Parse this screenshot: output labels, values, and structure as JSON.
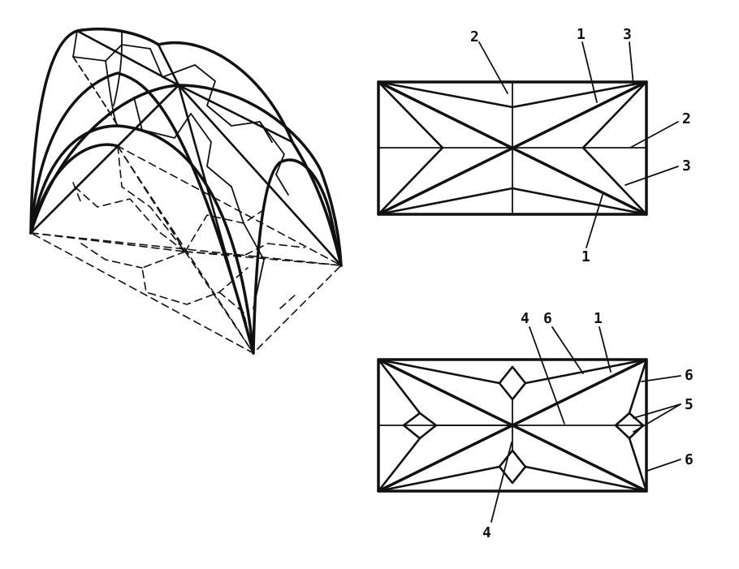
{
  "plan_top": {
    "labels": {
      "a": "2",
      "b": "1",
      "c": "3",
      "d": "2",
      "e": "3",
      "f": "1"
    }
  },
  "plan_bottom": {
    "labels": {
      "a": "4",
      "b": "6",
      "c": "1",
      "d": "6",
      "e": "5",
      "f": "6",
      "g": "4"
    }
  }
}
